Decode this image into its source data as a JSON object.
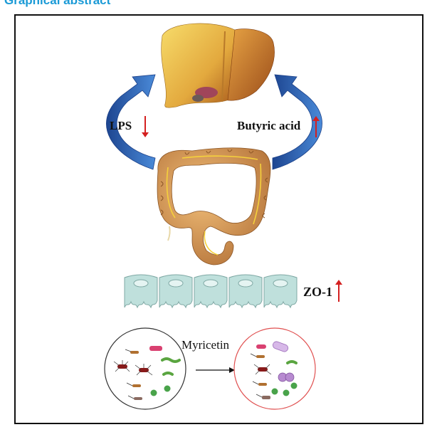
{
  "header": {
    "title": "Graphical abstract"
  },
  "labels": {
    "lps": "LPS",
    "butyric_acid": "Butyric acid",
    "zo1": "ZO-1",
    "myricetin": "Myricetin"
  },
  "indicators": {
    "lps": "down",
    "butyric_acid": "up",
    "zo1": "up"
  },
  "colors": {
    "header": "#1a9ad6",
    "arrow_blue": "#2f5fb0",
    "indicator_red": "#d42020",
    "liver": "#e9b84a",
    "colon": "#d4974a",
    "epithelial": "#bfe0dc",
    "right_circle": "#e05050"
  },
  "icons": [
    "liver-icon",
    "colon-icon",
    "epithelial-cell-icon",
    "bacteria-icon"
  ]
}
